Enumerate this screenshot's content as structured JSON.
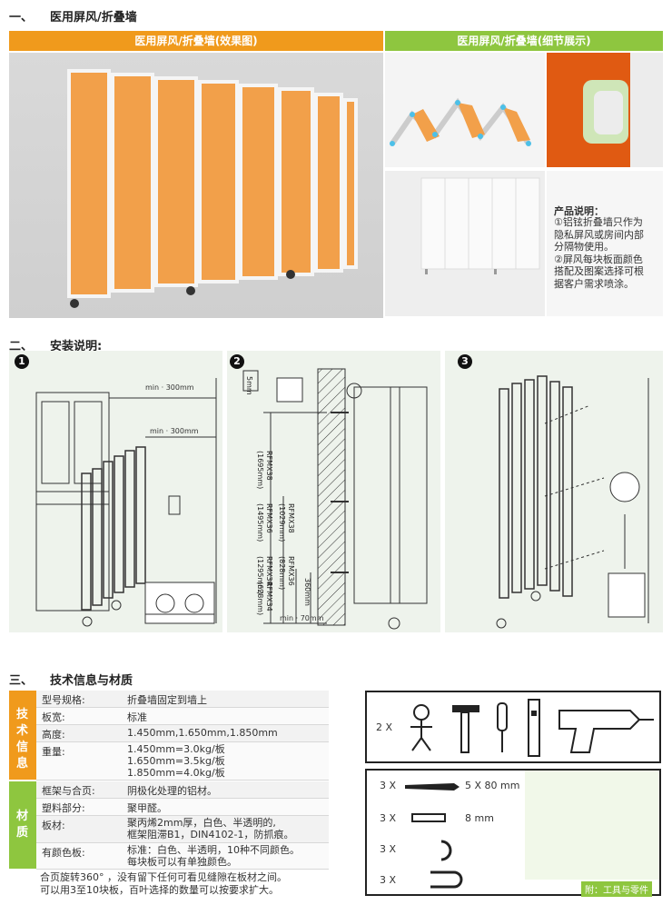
{
  "section1": {
    "num": "一、",
    "title": "医用屏风/折叠墙"
  },
  "header_left": "医用屏风/折叠墙(效果图)",
  "header_right": "医用屏风/折叠墙(细节展示)",
  "product_desc": {
    "title": "产品说明：",
    "lines": [
      "①铝铉折叠墙只作为",
      "隐私屏风或房间内部",
      "分隔物使用。",
      "②屏风每块板面颜色",
      "搭配及图案选择可根",
      "据客户需求喷涂。"
    ]
  },
  "section2": {
    "num": "二、",
    "title": "安装说明:"
  },
  "install": {
    "step1": "1",
    "step2": "2",
    "step3": "3",
    "dim1": "min · 300mm",
    "dim2": "min · 300mm",
    "labels_v": [
      "(1695mm)",
      "RFMX38",
      "(1495mm)",
      "RFMX36",
      "(1029mm)",
      "RFMX38",
      "(1295mm)",
      "RFMX34",
      "(828mm)",
      "RFMX36",
      "(628mm)",
      "RFMX34"
    ],
    "dim_360": "360mm",
    "dim_min70": "min · 70mm",
    "dim_5mm": "5mm"
  },
  "section3": {
    "num": "三、",
    "title": "技术信息与材质"
  },
  "tech": {
    "side_label": [
      "技",
      "术",
      "信",
      "息"
    ],
    "rows": [
      {
        "k": "型号规格:",
        "v": "折叠墙固定到墙上"
      },
      {
        "k": "板宽:",
        "v": "标准"
      },
      {
        "k": "高度:",
        "v": "1.450mm,1.650mm,1.850mm"
      },
      {
        "k": "重量:",
        "v1": "1.450mm=3.0kg/板",
        "v2": "1.650mm=3.5kg/板",
        "v3": "1.850mm=4.0kg/板"
      }
    ]
  },
  "material": {
    "side_label": [
      "材",
      "质"
    ],
    "rows": [
      {
        "k": "框架与合页:",
        "v": "阴极化处理的铝材。"
      },
      {
        "k": "塑料部分:",
        "v": "聚甲醛。"
      },
      {
        "k": "板材:",
        "v1": "聚丙烯2mm厚，白色、半透明的,",
        "v2": "框架阻滞B1，DIN4102-1，防抓痕。"
      },
      {
        "k": "有颜色板:",
        "v1": "标准：白色、半透明，10种不同颜色。",
        "v2": "每块板可以有单独颜色。"
      }
    ],
    "note1": "合页旋转360°  ，没有留下任何可看见缝隙在板材之间。",
    "note2": "可以用3至10块板，百叶选择的数量可以按要求扩大。"
  },
  "tools": {
    "qty": "2 X",
    "parts": [
      {
        "qty": "3 X",
        "label": "5 X 80 mm"
      },
      {
        "qty": "3 X",
        "label": "8 mm"
      },
      {
        "qty": "3 X",
        "label": ""
      },
      {
        "qty": "3 X",
        "label": ""
      }
    ],
    "caption": "附：工具与零件"
  },
  "colors": {
    "orange": "#f09a1c",
    "green": "#8ec63f",
    "panel": "#f2a04a"
  }
}
